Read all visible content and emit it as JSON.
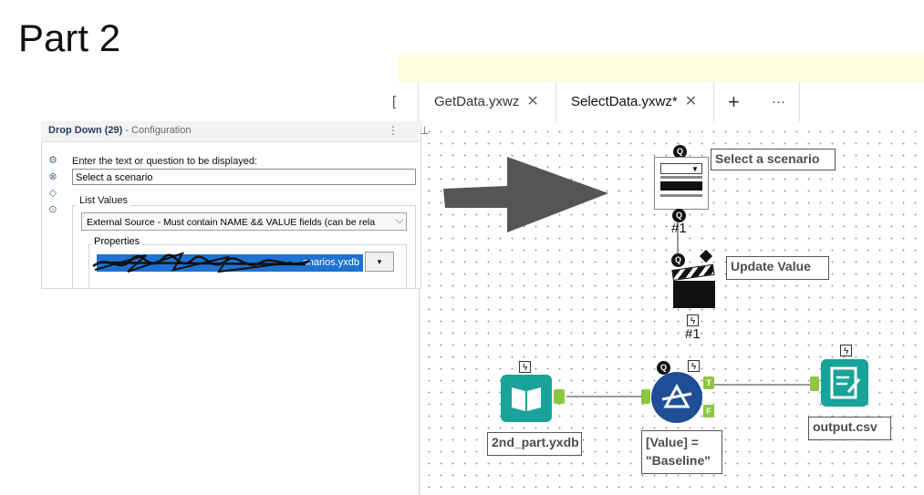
{
  "page_title": "Part 2",
  "tabs": {
    "partial_label": "[",
    "items": [
      {
        "label": "GetData.yxwz",
        "close": "✕"
      },
      {
        "label": "SelectData.yxwz*",
        "close": "✕"
      }
    ],
    "add_label": "+",
    "more_label": "···"
  },
  "config_panel": {
    "tool_name": "Drop Down (29)",
    "subtitle": " - Configuration",
    "header_icons": "⋮ ⊥",
    "side_icons": [
      "gear-icon",
      "wave-icon",
      "tag-icon",
      "help-icon"
    ],
    "prompt_label": "Enter the text or question to be displayed:",
    "prompt_value": "Select a scenario",
    "list_values_label": "List Values",
    "source_value": "External Source - Must contain NAME && VALUE fields  (can be rela",
    "properties_label": "Properties",
    "file_path_visible": "enarios.yxdb",
    "file_btn": "▾"
  },
  "canvas": {
    "nodes": {
      "dropdown": {
        "label": "Select a scenario",
        "badge": "Q",
        "count": "#1"
      },
      "update_value": {
        "label": "Update Value",
        "badge": "Q",
        "action_count": "#1"
      },
      "input": {
        "label": "2nd_part.yxdb"
      },
      "filter": {
        "label_line1": "[Value] =",
        "label_line2": "\"Baseline\"",
        "badge": "Q",
        "true_anchor": "T",
        "false_anchor": "F"
      },
      "output": {
        "label": "output.csv"
      }
    },
    "lightning": "ϟ"
  },
  "colors": {
    "teal": "#1aa39a",
    "blue": "#1f4e96",
    "anchor_green": "#8dc63f",
    "arrow": "#555555"
  }
}
